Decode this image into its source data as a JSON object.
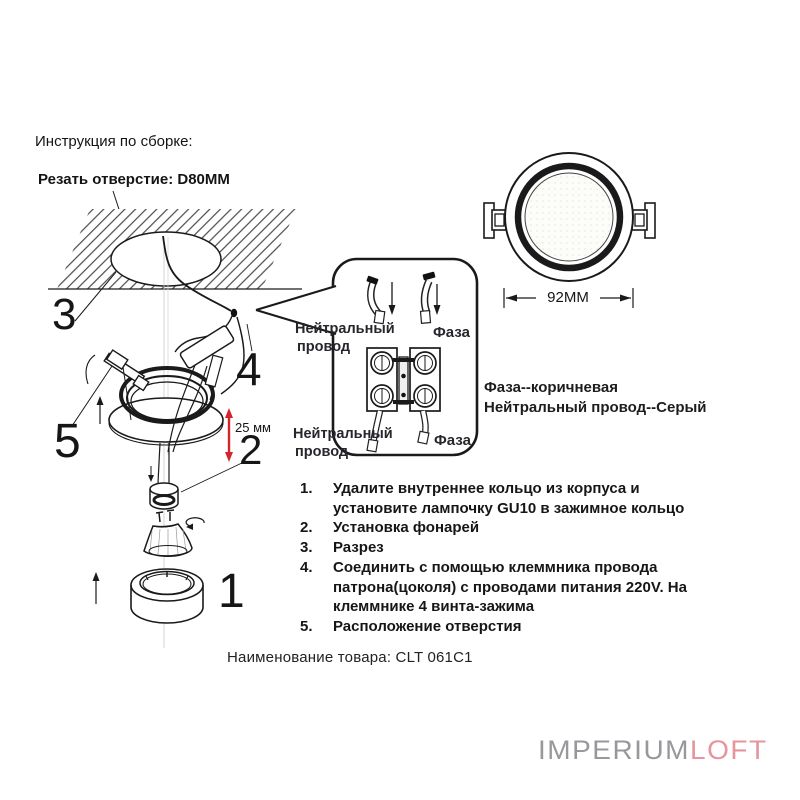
{
  "header": {
    "assembly_title": "Инструкция по сборке:",
    "cut_hole": "Резать отверстие:  D80MM"
  },
  "dimensions": {
    "hole_depth": "25 мм",
    "diameter": "92MM"
  },
  "steps": {
    "n1": "1",
    "n2": "2",
    "n3": "3",
    "n4": "4",
    "n5": "5"
  },
  "callout": {
    "neutral_top_1": "Нейтральный",
    "neutral_top_2": "провод",
    "phase_top": "Фаза",
    "neutral_bottom_1": "Нейтральный",
    "neutral_bottom_2": "провод",
    "phase_bottom": "Фаза"
  },
  "wiring_notes": {
    "phase_note": "Фаза--коричневая",
    "neutral_note": "Нейтральный провод--Серый"
  },
  "instructions": [
    {
      "num": "1.",
      "text": "Удалите внутреннее кольцо из корпуса и установите лампочку GU10 в зажимное кольцо"
    },
    {
      "num": "2.",
      "text": "Установка фонарей"
    },
    {
      "num": "3.",
      "text": "Разрез"
    },
    {
      "num": "4.",
      "text": "Соединить с помощью клеммника провода патрона(цоколя) с проводами питания 220V. На клеммнике 4 винта-зажима"
    },
    {
      "num": "5.",
      "text": "Расположение отверстия"
    }
  ],
  "footer": {
    "product_name": "Наименование товара: CLT 061C1"
  },
  "logo": {
    "gray_part": "IMPERIUM",
    "pink_part": "LOFT"
  },
  "colors": {
    "depth_arrow_red": "#d4252a",
    "logo_gray": "#98989c",
    "logo_pink": "#e6949d",
    "line_art": "#1a1a1a"
  }
}
